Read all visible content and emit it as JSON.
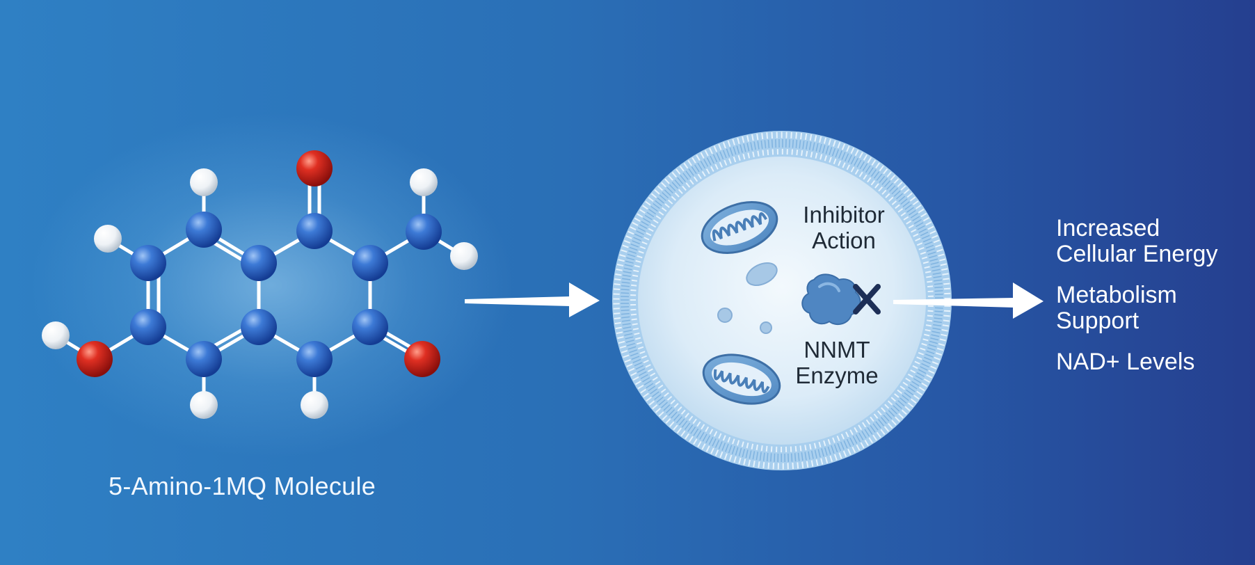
{
  "molecule": {
    "label": "5-Amino-1MQ Molecule"
  },
  "cell": {
    "inhibitor_label": "Inhibitor Action",
    "enzyme_label": "NNMT Enzyme"
  },
  "effects": [
    {
      "label": "Increased Cellular Energy"
    },
    {
      "label": "Metabolism Support"
    },
    {
      "label": "NAD+ Levels"
    }
  ],
  "colors": {
    "background_left": "#2f80c4",
    "background_right": "#253f8f",
    "carbon_atom": "#2a5fc0",
    "oxygen_atom": "#c8231d",
    "hydrogen_atom": "#ffffff",
    "cell_interior": "#dcecf8",
    "membrane": "#a7cdec",
    "organelle": "#5b93c9",
    "inhibit_mark": "#1d2f57"
  }
}
